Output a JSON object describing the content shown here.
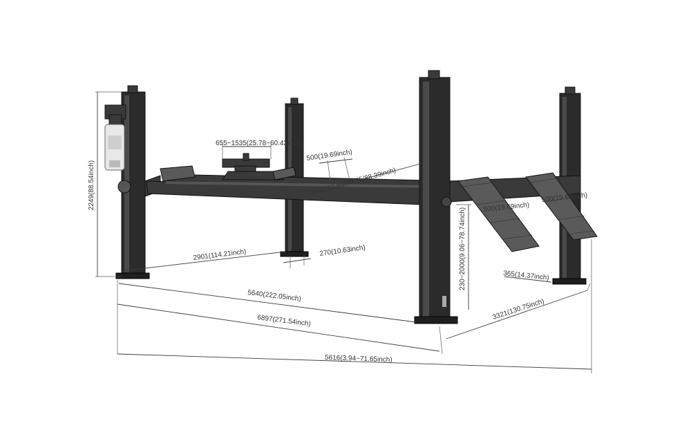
{
  "dimensions": {
    "column_height": "2249(88.54inch)",
    "jack_width": "655~1535(25.78~60.43inch)",
    "ramp_width_top": "500(19.69inch)",
    "runway_span": "2045(80.51/84.45/88.39inch)",
    "ramp_width_left": "500(19.69inch)",
    "ramp_width_right": "500(19.69inch)",
    "inner_width": "2901(114.21inch)",
    "runway_gap": "270(10.63inch)",
    "lift_height": "230~2000(9.06~78.74inch)",
    "ramp_offset": "365(14.37inch)",
    "inner_length": "5640(222.05inch)",
    "outer_width": "3321(130.75inch)",
    "overall_length": "6897(271.54inch)",
    "overall_total": "5616(3.94~71.65inch)"
  },
  "colors": {
    "post": "#2b2b2b",
    "runway": "#3a3a3a",
    "background": "#ffffff",
    "pump_tank": "#e8e8e8"
  }
}
